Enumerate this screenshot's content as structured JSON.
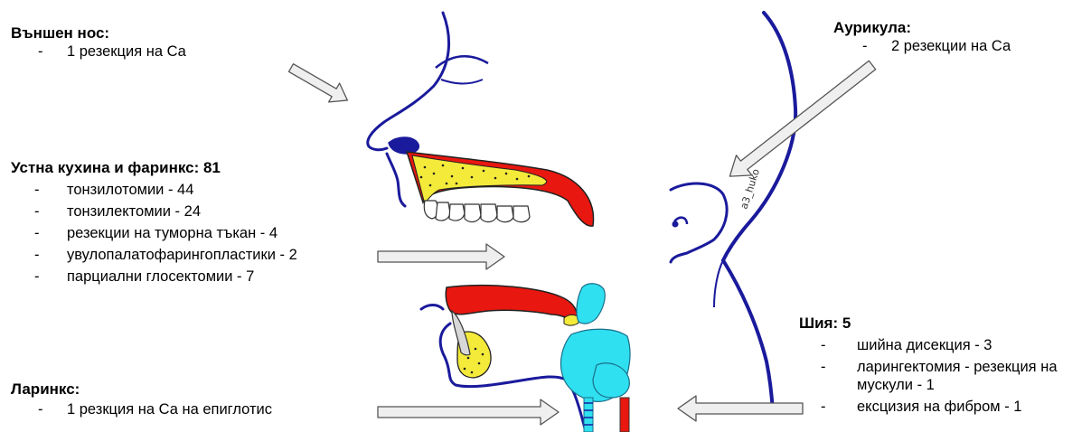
{
  "external_nose": {
    "title": "Външен нос:",
    "items": [
      "1 резекция на Са"
    ]
  },
  "auricle": {
    "title": "Аурикула:",
    "items": [
      "2 резекции на Са"
    ]
  },
  "oral_pharynx": {
    "title": "Устна кухина и фаринкс: 81",
    "items": [
      "тонзилотомии - 44",
      "тонзилектомии - 24",
      "резекции на туморна тъкан - 4",
      "увулопалатофарингопластики - 2",
      "парциални глосектомии - 7"
    ]
  },
  "larynx": {
    "title": "Ларинкс:",
    "items": [
      "1 резкция на Са на епиглотис"
    ]
  },
  "neck": {
    "title": "Шия: 5",
    "items": [
      "шийна дисекция - 3",
      "ларингектомия - резекция на мускули - 1",
      "ексцизия на фибром - 1"
    ]
  },
  "bullet": "-",
  "watermark": "a3_huko",
  "colors": {
    "outline": "#1a1a9c",
    "palate_red": "#e8170f",
    "bone_yellow": "#f4ea3a",
    "cartilage_cyan": "#2fe0f0",
    "arrow_fill": "#efefef",
    "arrow_stroke": "#555555"
  }
}
